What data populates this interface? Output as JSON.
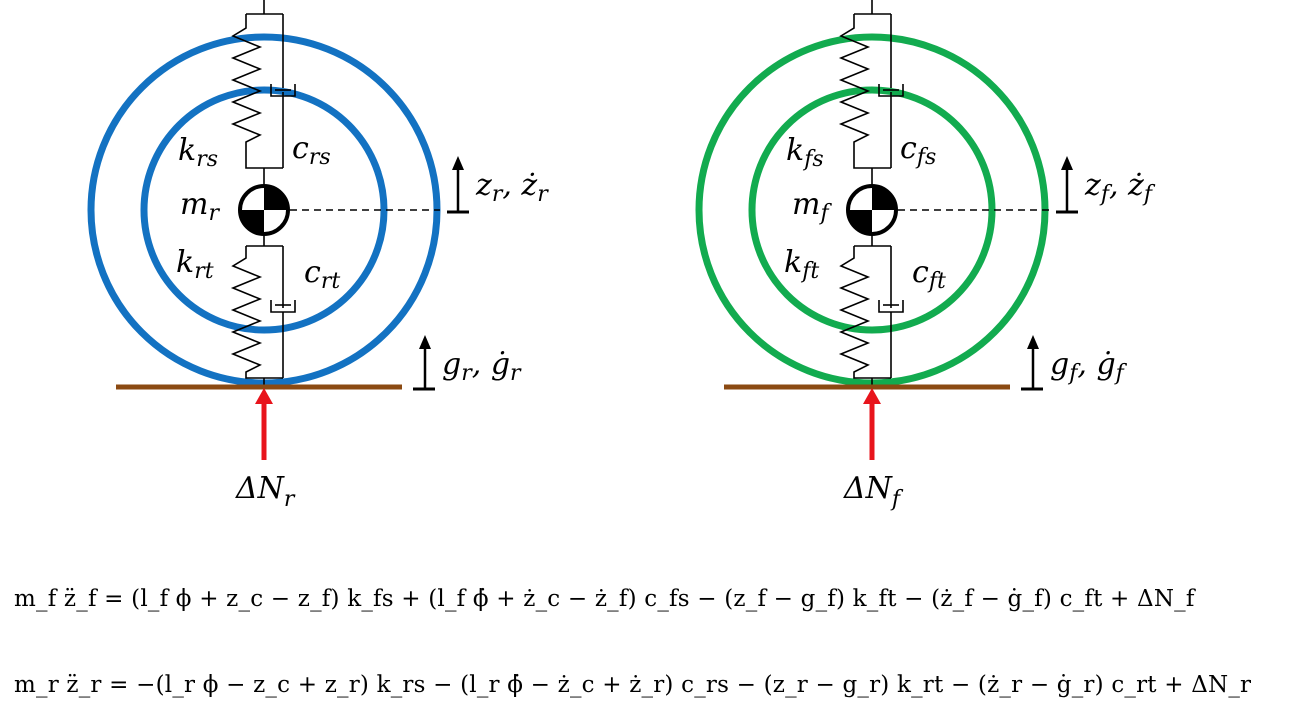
{
  "colors": {
    "rear_wheel": "#1372c2",
    "front_wheel": "#12ab4f",
    "ground": "#8b4a12",
    "force_arrow": "#e8141c",
    "line": "#000000"
  },
  "rear": {
    "mass": "m",
    "mass_sub": "r",
    "spring_s": "k",
    "spring_s_sub": "rs",
    "damper_s": "c",
    "damper_s_sub": "rs",
    "spring_t": "k",
    "spring_t_sub": "rt",
    "damper_t": "c",
    "damper_t_sub": "rt",
    "disp": "z",
    "disp_sub": "r",
    "vel": "ż",
    "vel_sub": "r",
    "road": "g",
    "road_sub": "r",
    "road_vel": "ġ",
    "road_vel_sub": "r",
    "force": "ΔN",
    "force_sub": "r"
  },
  "front": {
    "mass": "m",
    "mass_sub": "f",
    "spring_s": "k",
    "spring_s_sub": "fs",
    "damper_s": "c",
    "damper_s_sub": "fs",
    "spring_t": "k",
    "spring_t_sub": "ft",
    "damper_t": "c",
    "damper_t_sub": "ft",
    "disp": "z",
    "disp_sub": "f",
    "vel": "ż",
    "vel_sub": "f",
    "road": "g",
    "road_sub": "f",
    "road_vel": "ġ",
    "road_vel_sub": "f",
    "force": "ΔN",
    "force_sub": "f"
  },
  "equations": {
    "front": "m_f z̈_f = (l_f ϕ + z_c − z_f) k_fs + (l_f ϕ̇ + ż_c − ż_f) c_fs − (z_f − g_f) k_ft − (ż_f − ġ_f) c_ft + ΔN_f",
    "rear": "m_r z̈_r = −(l_r ϕ − z_c + z_r) k_rs − (l_r ϕ̇ − ż_c + ż_r) c_rs − (z_r − g_r) k_rt − (ż_r − ġ_r) c_rt + ΔN_r"
  }
}
